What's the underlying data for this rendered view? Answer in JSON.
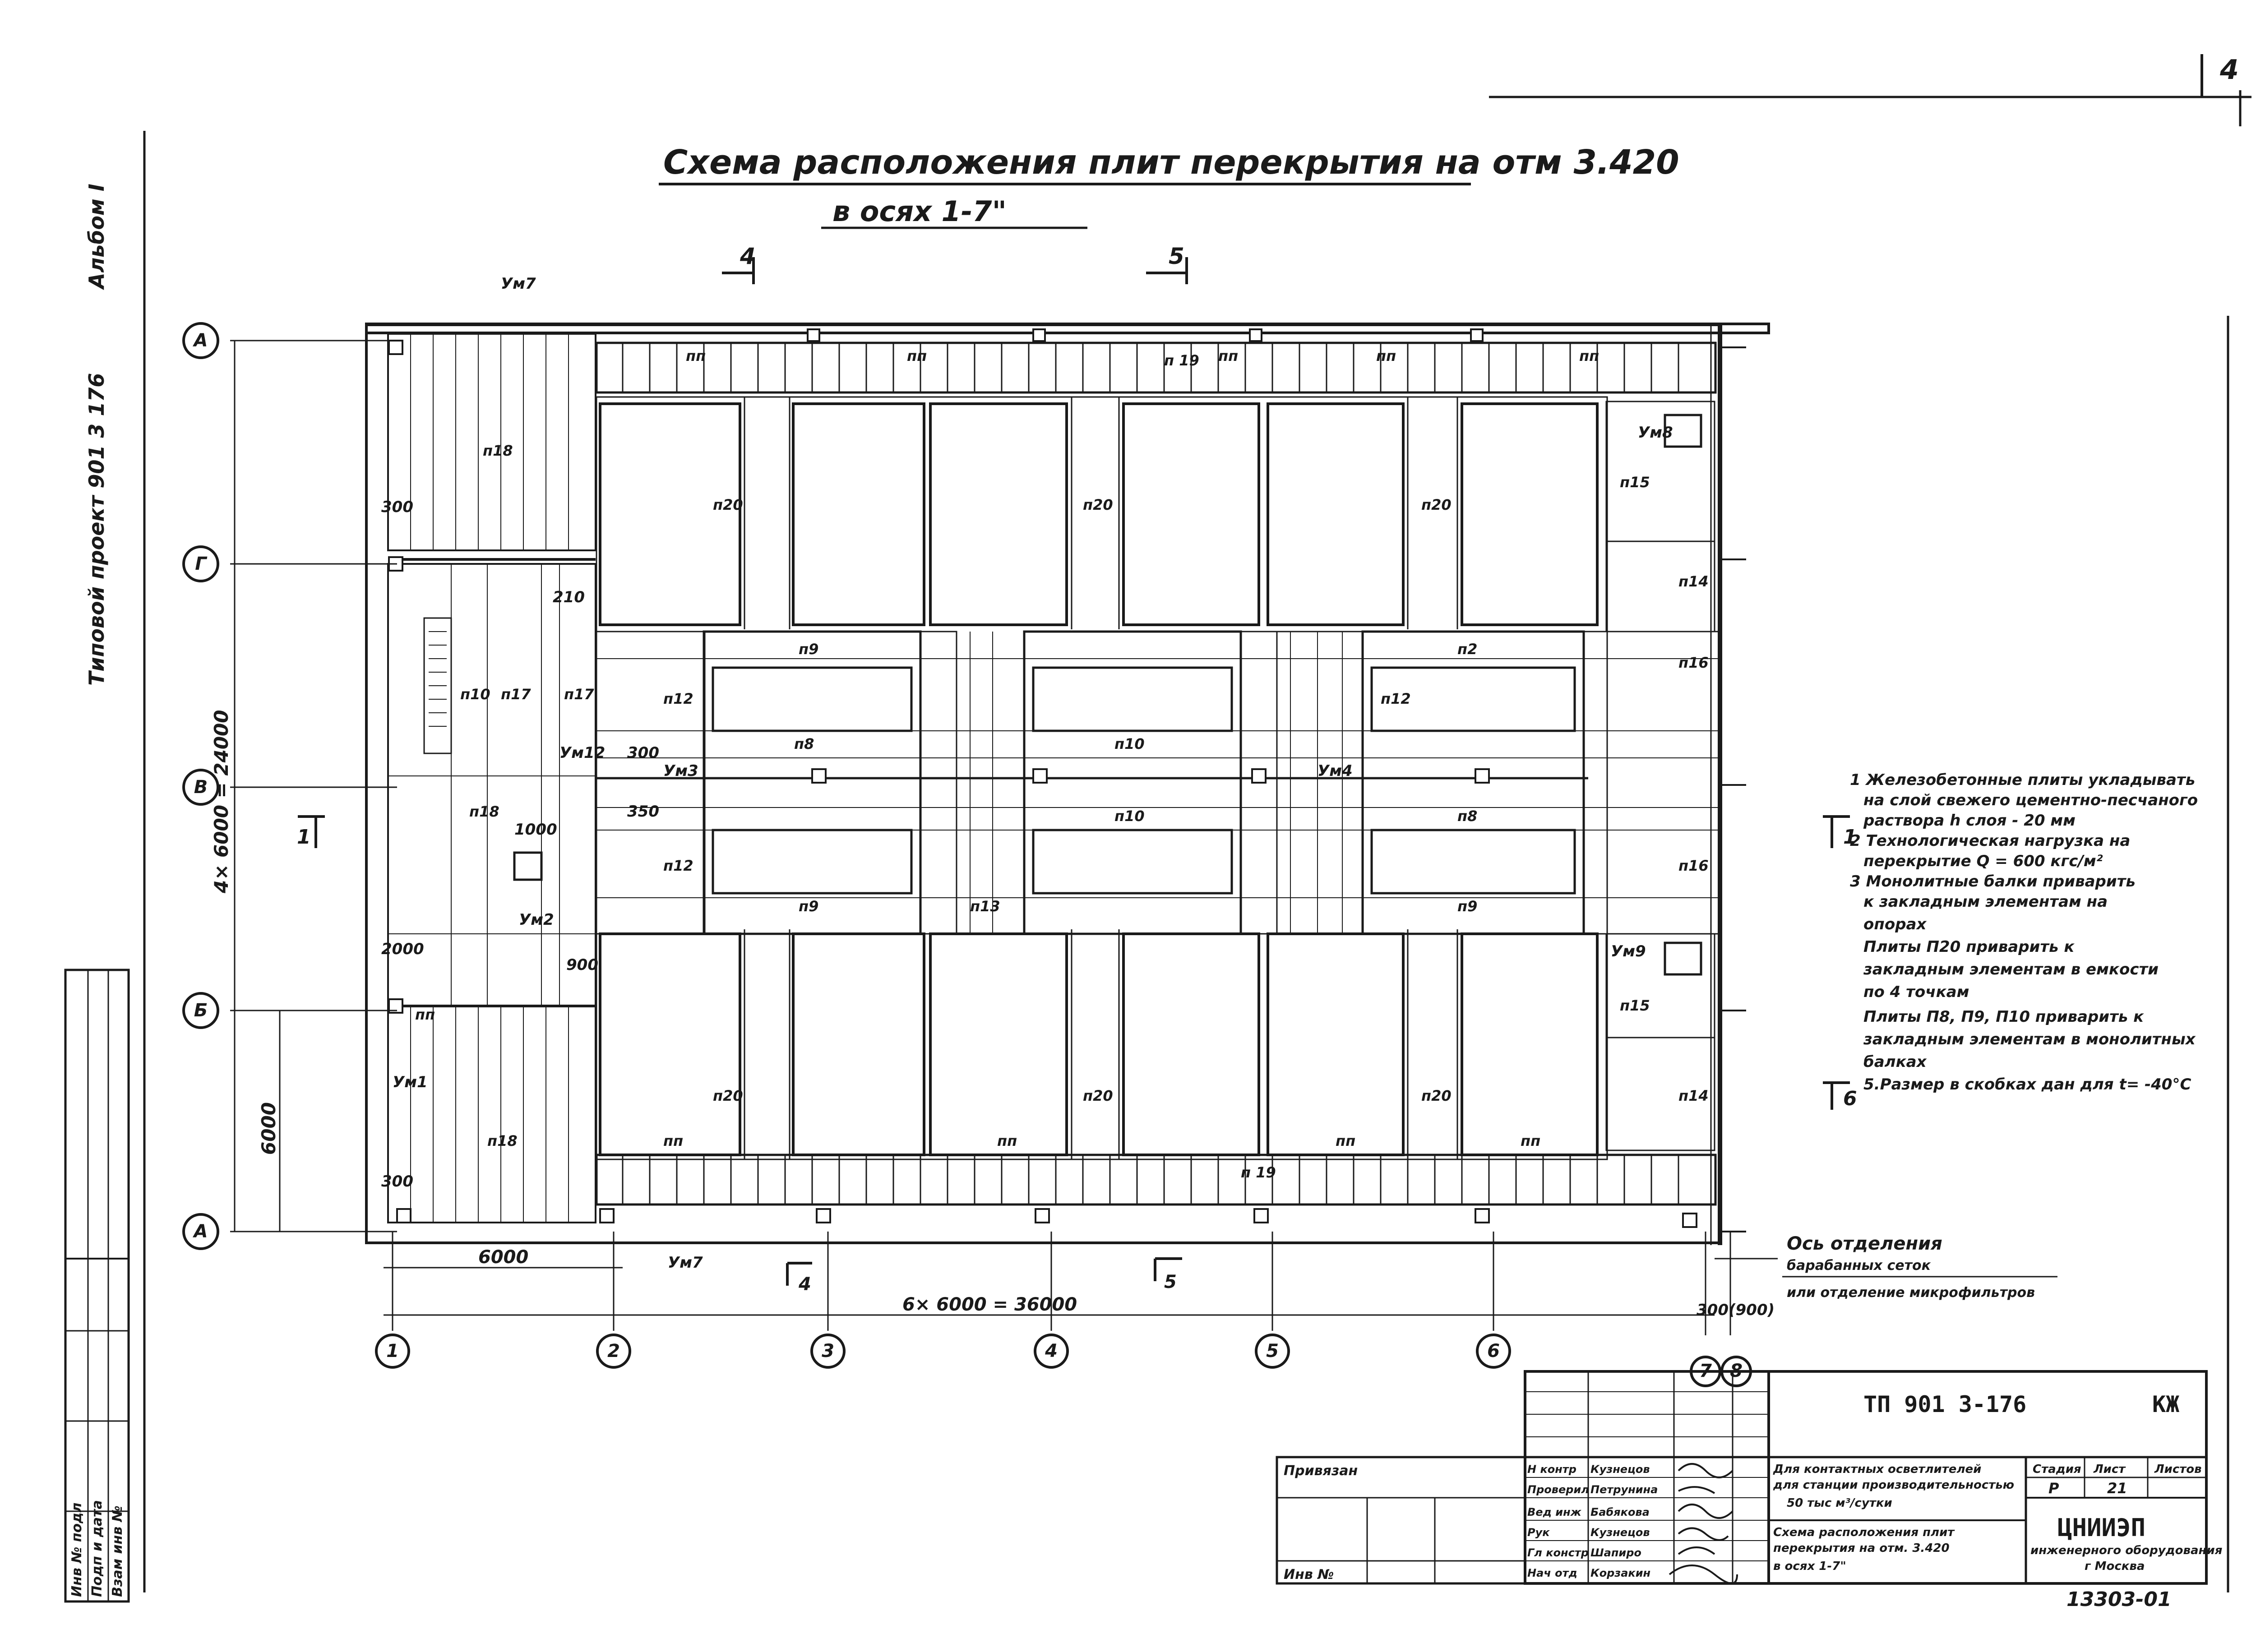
{
  "drawing": {
    "title": "Схема расположения плит перекрытия на отм 3.420",
    "subtitle": "в осях 1-7\"",
    "page_number": "4",
    "dim_overall_horizontal": "6× 6000 = 36000",
    "dim_overall_vertical": "4× 6000 = 24000",
    "dim_bay": "6000",
    "dim_right_gap": "300(900)",
    "sheet_stamp": "13303-01"
  },
  "left_margin": {
    "album": "Альбом I",
    "project": "Типовой проект 901 3 176"
  },
  "axes": {
    "columns": [
      "1",
      "2",
      "3",
      "4",
      "5",
      "6",
      "7",
      "8"
    ],
    "rows": [
      "А",
      "Г",
      "В",
      "Б",
      "А"
    ]
  },
  "sections": {
    "top": [
      "4",
      "5"
    ],
    "bottom": [
      "4",
      "5"
    ],
    "right": [
      "1",
      "6"
    ],
    "left": [
      "1"
    ]
  },
  "slab_labels": {
    "pp": "пп",
    "p20": "п20",
    "p19": "п 19",
    "p18": "п18",
    "p15": "п15",
    "p14": "п14",
    "p16": "п16",
    "p12": "п12",
    "p13": "п13",
    "p10": "п10",
    "p9": "п9",
    "p8": "п8",
    "p2": "п2",
    "p17": "п17",
    "um1": "Ум1",
    "um2": "Ум2",
    "um3": "Ум3",
    "um4": "Ум4",
    "um7": "Ум7",
    "um8": "Ум8",
    "um9": "Ум9",
    "um12": "Ум12",
    "dim_300": "300",
    "dim_350": "350",
    "dim_210": "210",
    "dim_2000": "2000",
    "dim_900": "900",
    "dim_1000": "1000"
  },
  "axis_note": [
    "Ось отделения",
    "барабанных сеток",
    "или отделение микрофильтров"
  ],
  "notes": [
    "1 Железобетонные плиты укладывать",
    "на слой свежего цементно-песчаного",
    "раствора h слоя - 20 мм",
    "2 Технологическая нагрузка на",
    "перекрытие Q = 600 кгс/м²",
    "3 Монолитные балки приварить",
    "к закладным элементам на",
    "опорах",
    "Плиты П20 приварить к",
    "закладным элементам в емкости",
    "по 4 точкам",
    "Плиты П8, П9, П10 приварить к",
    "закладным элементам в монолитных",
    "балках",
    "5.Размер в скобках дан для t= -40°С"
  ],
  "title_block": {
    "code": "ТП 901 3-176",
    "mark": "КЖ",
    "stage_label": "Стадия",
    "sheet_label": "Лист",
    "sheets_label": "Листов",
    "stage": "Р",
    "sheet": "21",
    "object_lines": [
      "Для контактных осветлителей",
      "для станции производительностью",
      "50 тыс м³/сутки"
    ],
    "sheet_title_lines": [
      "Схема расположения плит",
      "перекрытия на отм. 3.420",
      "в осях 1-7\""
    ],
    "org_name": "ЦНИИЭП",
    "org_sub": "инженерного оборудования",
    "org_city": "г Москва",
    "privyazan": "Привязан",
    "inv": "Инв №",
    "roles": [
      "Н контр",
      "Проверил",
      "Вед инж",
      "Рук",
      "Гл констр",
      "Нач отд"
    ],
    "names": [
      "Кузнецов",
      "Петрунина",
      "Бабякова",
      "Кузнецов",
      "Шапиро",
      "Корзакин"
    ]
  },
  "stamp_rows": [
    "Инв № подл",
    "Подп и дата",
    "Взам инв №"
  ]
}
